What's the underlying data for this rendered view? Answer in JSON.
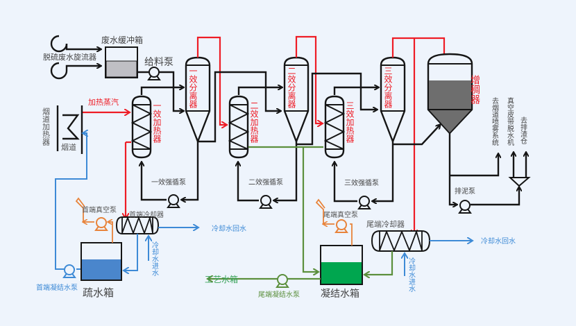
{
  "labels": {
    "cyclone": "脱硫废水旋流器",
    "buffer_tank": "废水缓冲箱",
    "feed_pump": "给料泵",
    "heating_steam": "加热蒸汽",
    "flue_heater": "烟道加热器",
    "flue": "烟道",
    "heater1": "一效加热器",
    "heater2": "二效加热器",
    "heater3": "三效加热器",
    "separator1": "一效分离器",
    "separator2": "二效分离器",
    "separator3": "三效分离器",
    "circ_pump1": "一效强循泵",
    "circ_pump2": "二效强循泵",
    "circ_pump3": "三效强循泵",
    "thickener": "增稠器",
    "to_flue_spray": "去烟道喷雾系统",
    "vacuum_belt": "真空皮带脱水机",
    "to_slag_bin": "去排渣仓",
    "sludge_pump": "排泥泵",
    "head_vacuum_pump": "首端真空泵",
    "head_cooler": "首端冷却器",
    "cooling_return_1": "冷却水回水",
    "cooling_in_1": "冷却水进水",
    "drain_tank": "疏水箱",
    "head_condensate_pump": "首端凝结水泵",
    "tail_vacuum_pump": "尾端真空泵",
    "tail_cooler": "尾端冷却器",
    "cooling_return_2": "冷却水回水",
    "cooling_in_2": "冷却水进水",
    "condensate_tank": "凝结水箱",
    "process_water_tank": "工艺水箱",
    "tail_condensate_pump": "尾端凝结水泵"
  },
  "colors": {
    "steam": "#ee1c25",
    "cooling_water": "#3d8ad6",
    "condensate": "#5b8f3c",
    "vacuum": "#e8833a",
    "drain_fill": "#4a86cc",
    "condensate_fill": "#00a64f",
    "slurry_fill": "#6e6e6e"
  }
}
